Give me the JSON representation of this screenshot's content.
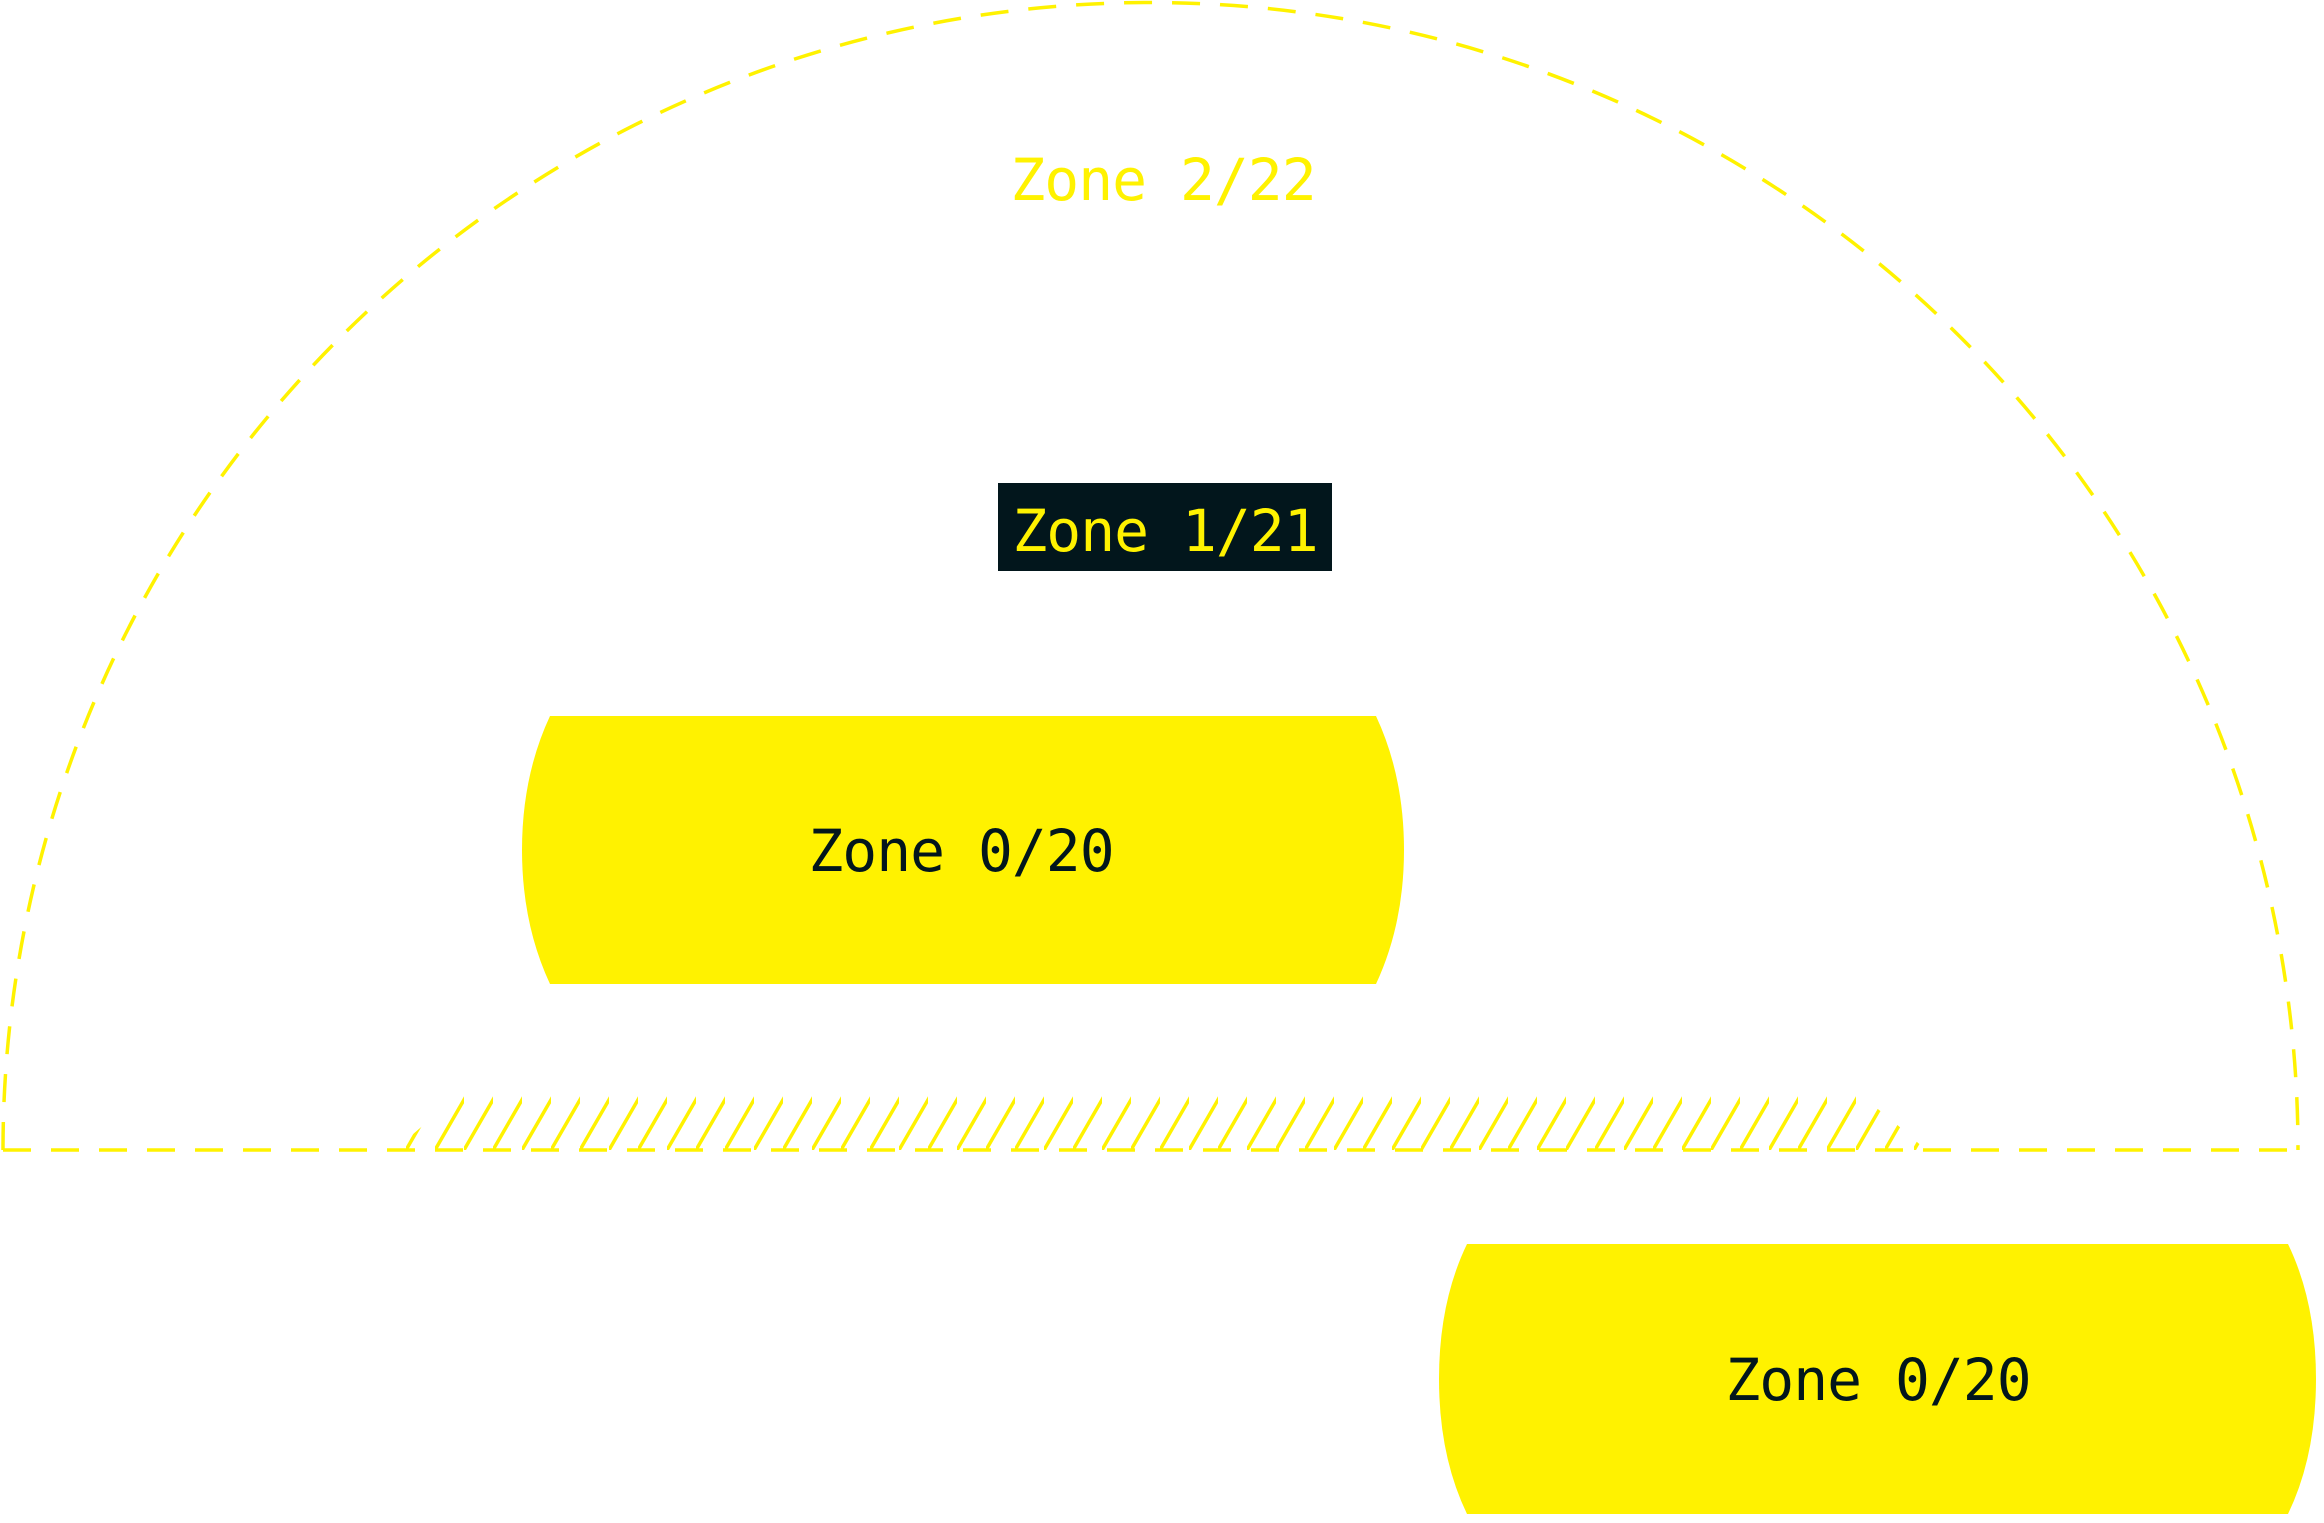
{
  "colors": {
    "yellow": "#fff200",
    "dark": "#02161c",
    "background": "#ffffff"
  },
  "zones": {
    "zone_2": {
      "label": "Zone 2/22"
    },
    "zone_1": {
      "label": "Zone 1/21"
    },
    "zone_0_upper": {
      "label": "Zone 0/20"
    },
    "zone_0_lower": {
      "label": "Zone 0/20"
    }
  }
}
